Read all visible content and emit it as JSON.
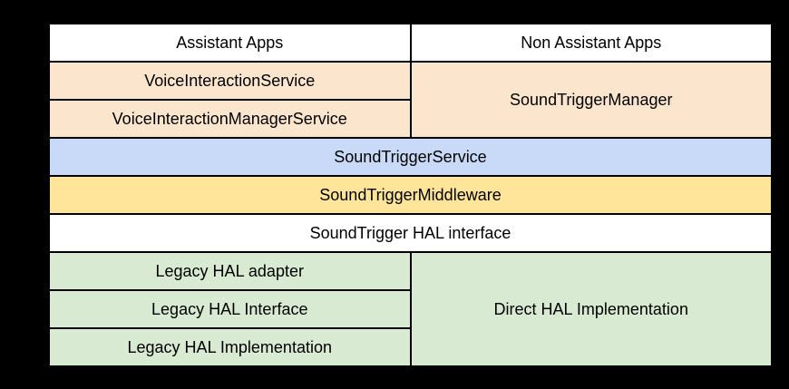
{
  "canvas": {
    "background": "#000000"
  },
  "palette": {
    "border": "#000000",
    "text": "#000000",
    "apps_layer": "#ffffff",
    "framework_layer": "#fce5cd",
    "service_layer": "#c9daf8",
    "middleware_layer": "#ffe599",
    "hal_interface_layer": "#ffffff",
    "hal_implementation_layer": "#d9ead3"
  },
  "diagram": {
    "cells": {
      "assistant_apps": "Assistant Apps",
      "non_assistant_apps": "Non Assistant Apps",
      "voice_interaction_service": "VoiceInteractionService",
      "voice_interaction_manager_service": "VoiceInteractionManagerService",
      "sound_trigger_manager": "SoundTriggerManager",
      "sound_trigger_service": "SoundTriggerService",
      "sound_trigger_middleware": "SoundTriggerMiddleware",
      "sound_trigger_hal_interface": "SoundTrigger HAL interface",
      "legacy_hal_adapter": "Legacy HAL adapter",
      "legacy_hal_interface": "Legacy HAL Interface",
      "legacy_hal_implementation": "Legacy HAL Implementation",
      "direct_hal_implementation": "Direct HAL Implementation"
    }
  }
}
